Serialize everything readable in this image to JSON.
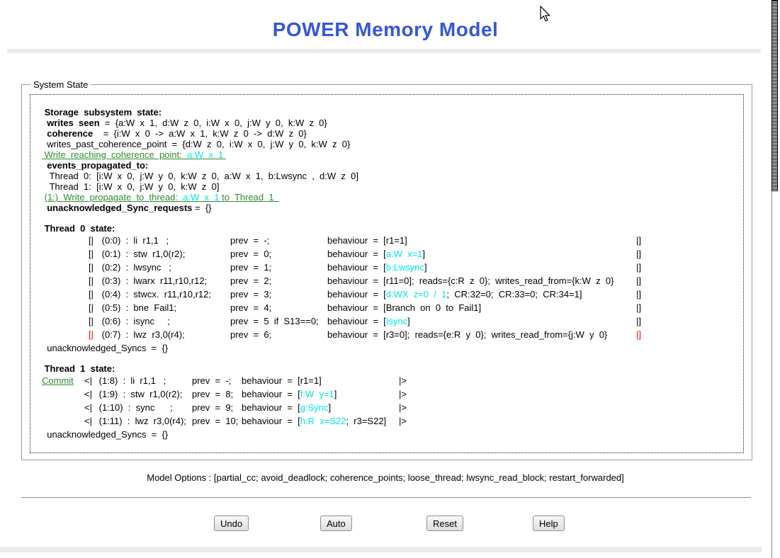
{
  "title": "POWER Memory Model",
  "colors": {
    "title_blue": "#3657d6",
    "link_green": "#2e8b2e",
    "event_cyan": "#00e6e6",
    "alert_red": "#ff0000"
  },
  "system_state": {
    "legend": "System State",
    "storage": {
      "heading": " Storage  subsystem  state:",
      "writes_seen_label": "  writes  seen",
      "writes_seen_rest": "  =  {a:W  x  1,  d:W  z  0,  i:W  x  0,  j:W  y  0,  k:W  z  0}",
      "coherence_label": "  coherence",
      "coherence_rest": "    =  {i:W  x  0  ->  a:W  x  1,  k:W  z  0  ->  d:W  z  0}",
      "writes_past": "  writes_past_coherence_point  =  {d:W  z  0,  i:W  x  0,  j:W  y  0,  k:W  z  0}",
      "write_reaching_link": {
        "text": " Write  reaching  coherence  point:  ",
        "event": "a:W  x  1",
        "suffix": " "
      },
      "events_heading": "  events_propagated_to:",
      "thread0_events": "   Thread  0:  [i:W  x  0,  j:W  y  0,  k:W  z  0,  a:W  x  1,  b:Lwsync  ,  d:W  z  0]",
      "thread1_events": "   Thread  1:  [i:W  x  0,  j:W  y  0,  k:W  z  0]",
      "write_propagate_link": {
        "text": "(1:)  Write  propagate  to  thread:  ",
        "event": "a:W  x  1",
        "suffix": " to  Thread  1  "
      },
      "unack_label": "  unacknowledged_Sync_requests",
      "unack_rest": " =  {}"
    },
    "thread0": {
      "heading": " Thread  0  state:",
      "rows": [
        {
          "open": "[|",
          "instr": " (0:0)  :  li  r1,1   ;",
          "prev": "prev  =  -;",
          "b0": "behaviour  =  [r1=1]",
          "close": "|]"
        },
        {
          "open": "[|",
          "instr": " (0:1)  :  stw  r1,0(r2);",
          "prev": "prev  =  0;",
          "b0": "behaviour  =  [",
          "b1": "a:W  x=1",
          "b2": "]",
          "close": "|]"
        },
        {
          "open": "[|",
          "instr": " (0:2)  :  lwsync   ;",
          "prev": "prev  =  1;",
          "b0": "behaviour  =  [",
          "b1": "b:Lwsync",
          "b2": "]",
          "close": "|]"
        },
        {
          "open": "[|",
          "instr": " (0:3)  :  lwarx  r11,r10,r12;",
          "prev": "prev  =  2;",
          "b0": "behaviour  =  [r11=0];  reads={c:R  z  0};  writes_read_from={k:W  z  0}",
          "close": "|]"
        },
        {
          "open": "[|",
          "instr": " (0:4)  :  stwcx.  r11,r10,r12;",
          "prev": "prev  =  3;",
          "b0": "behaviour  =  [",
          "b1": "d:WX  z=0  /  1",
          "b2": ";  CR:32=0;  CR:33=0;  CR:34=1]",
          "close": "|]"
        },
        {
          "open": "[|",
          "instr": " (0:5)  :  bne  Fail1;",
          "prev": "prev  =  4;",
          "b0": "behaviour  =  [Branch  on  0  to  Fail1]",
          "close": "|]"
        },
        {
          "open": "[|",
          "instr": " (0:6)  :  isync     ;",
          "prev": "prev  =  5  if  S13==0;",
          "b0": "behaviour  =  [",
          "b1": "Isync",
          "b2": "]",
          "close": "|]"
        },
        {
          "open": "[|",
          "instr": " (0:7)  :  lwz  r3,0(r4);",
          "prev": "prev  =  6;",
          "b0": "behaviour  =  [r3=0];  reads={e:R  y  0};  writes_read_from={j:W  y  0}",
          "close": "|]"
        }
      ],
      "footer": "  unacknowledged_Syncs  =  {}"
    },
    "thread1": {
      "heading": " Thread  1  state:",
      "commit_label": "Commit",
      "rows": [
        {
          "open": "<|",
          "instr": " (1:8)  :  li  r1,1   ;",
          "prev": "prev  =  -;",
          "b0": "behaviour  =  [r1=1]",
          "close": "|>"
        },
        {
          "open": "<|",
          "instr": " (1:9)  :  stw  r1,0(r2);",
          "prev": "prev  =  8;",
          "b0": "behaviour  =  [",
          "b1": "f:W  y=1",
          "b2": "]",
          "close": "|>"
        },
        {
          "open": "<|",
          "instr": " (1:10)  :  sync      ;",
          "prev": "prev  =  9;",
          "b0": "behaviour  =  [",
          "b1": "g:Sync",
          "b2": "]",
          "close": "|>"
        },
        {
          "open": "<|",
          "instr": " (1:11)  :  lwz  r3,0(r4);",
          "prev": "prev  =  10;",
          "b0": "behaviour  =  [",
          "b1": "h:R  x=S22",
          "b2": ";  r3=S22]",
          "close": "|>"
        }
      ],
      "footer": "  unacknowledged_Syncs  =  {}"
    }
  },
  "model_options": "Model Options : [partial_cc; avoid_deadlock; coherence_points; loose_thread; lwsync_read_block; restart_forwarded]",
  "buttons": {
    "undo": "Undo",
    "auto": "Auto",
    "reset": "Reset",
    "help": "Help"
  }
}
